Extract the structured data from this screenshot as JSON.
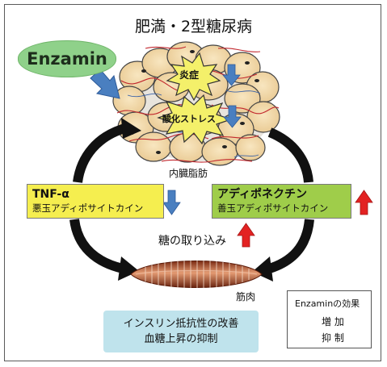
{
  "title": "肥満・2型糖尿病",
  "enzamin_label": "Enzamin",
  "fat_tissue": {
    "inflammation_label": "炎症",
    "oxidative_stress_label": "酸化ストレス",
    "caption": "内臓脂肪"
  },
  "tnf_box": {
    "title": "TNF-α",
    "subtitle": "悪玉アディポサイトカイン"
  },
  "adiponectin_box": {
    "title": "アディポネクチン",
    "subtitle": "善玉アディポサイトカイン"
  },
  "glucose_uptake_label": "糖の取り込み",
  "muscle_label": "筋肉",
  "result": {
    "line1": "インスリン抵抗性の改善",
    "line2": "血糖上昇の抑制"
  },
  "legend": {
    "title": "Enzaminの効果",
    "increase": "増 加",
    "suppress": "抑 制"
  },
  "colors": {
    "increase_arrow": "#e32222",
    "suppress_arrow": "#4a7fc0",
    "tnf_box": "#f5ee4f",
    "adiponectin_box": "#9fcd4a",
    "enzamin_oval": "#8fd18a",
    "result_box": "#bfe3ec"
  }
}
